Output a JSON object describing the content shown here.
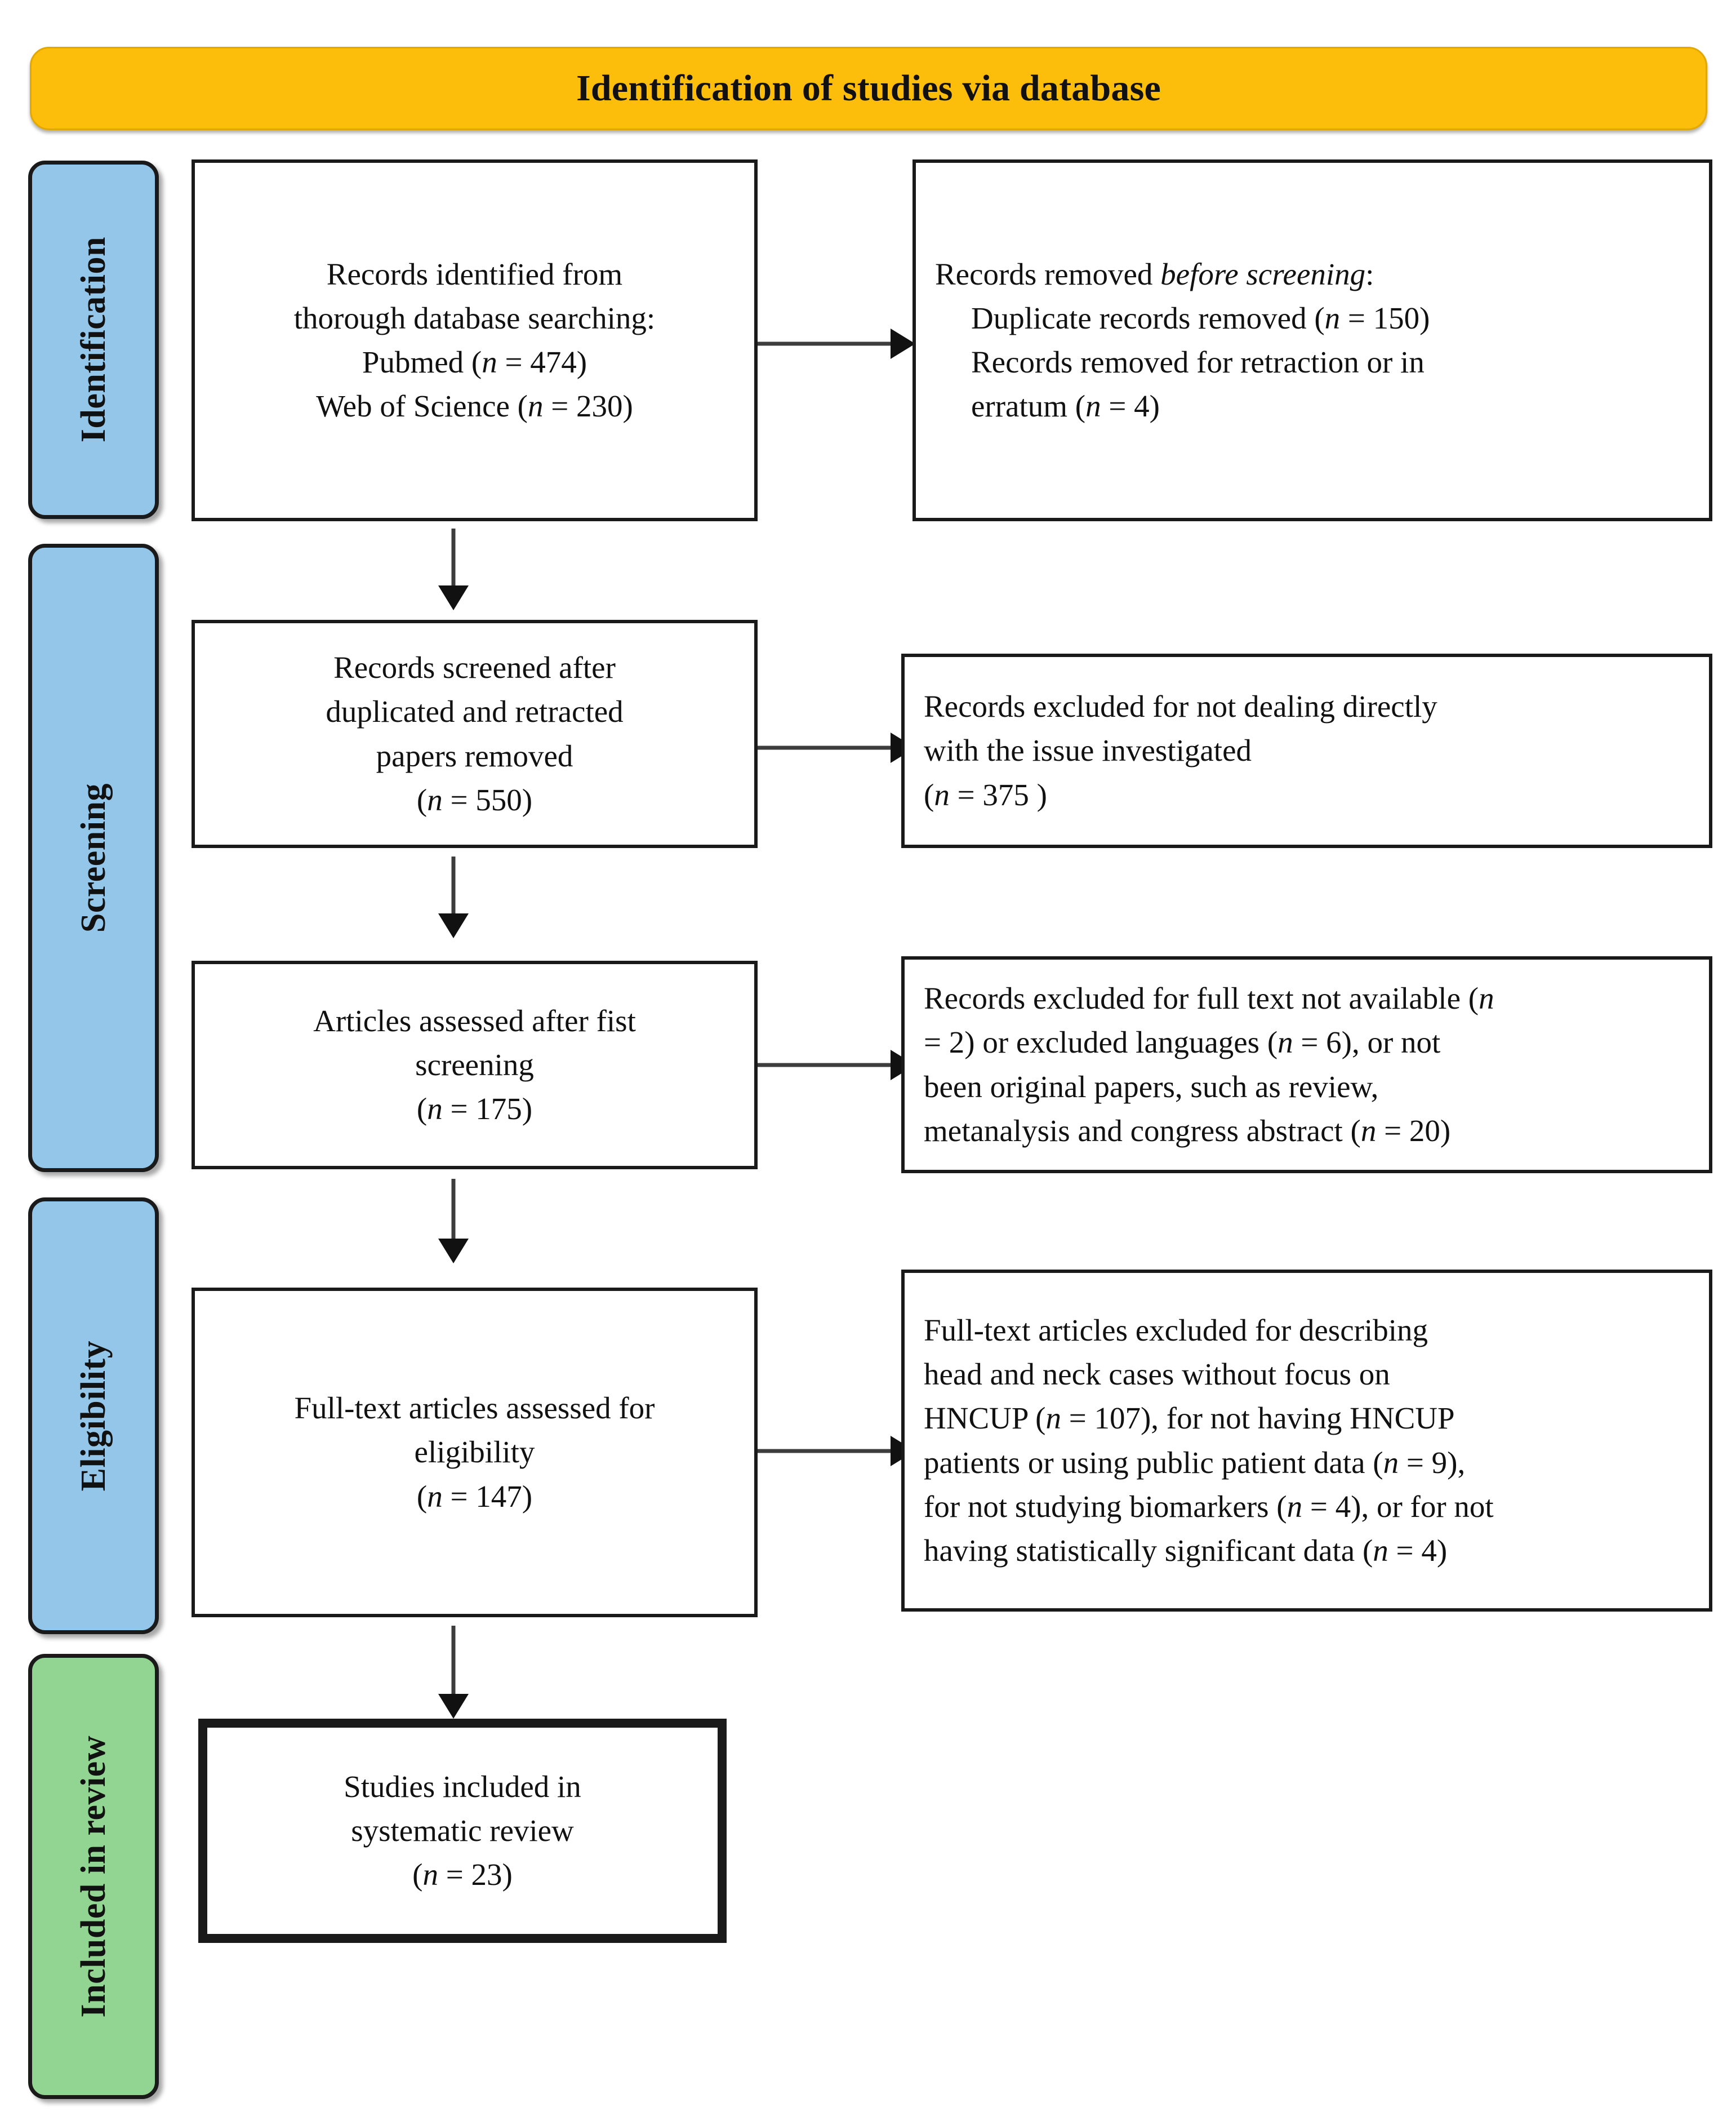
{
  "banner": {
    "title": "Identification of studies via database"
  },
  "stages": [
    {
      "name": "identification",
      "label": "Identification",
      "color": "#93C6E8"
    },
    {
      "name": "screening",
      "label": "Screening",
      "color": "#93C6E8"
    },
    {
      "name": "eligibility",
      "label": "Eligibility",
      "color": "#93C6E8"
    },
    {
      "name": "included",
      "label": "Included in review",
      "color": "#92D492"
    }
  ],
  "boxes": {
    "records_identified": {
      "line1": "Records identified from",
      "line2": "thorough database searching:",
      "line3_label": "Pubmed (",
      "line3_n": "n",
      "line3_value": " = 474)",
      "line4_label": "Web of Science (",
      "line4_n": "n",
      "line4_value": " = 230)"
    },
    "records_removed": {
      "line1": "Records removed ",
      "line1_em": "before screening",
      "line1_end": ":",
      "line2_label": "Duplicate records removed  (",
      "line2_n": "n",
      "line2_value": " = 150)",
      "line3": "Records removed for retraction or in",
      "line4_label": "erratum (",
      "line4_n": "n",
      "line4_value": " = 4)"
    },
    "records_screened": {
      "line1": "Records screened after",
      "line2": "duplicated and retracted",
      "line3": "papers removed",
      "line4_open": "(",
      "line4_n": "n",
      "line4_value": " = 550)"
    },
    "records_excluded_issue": {
      "line1": "Records excluded for not dealing directly",
      "line2": "with the issue investigated",
      "line3_open": "(",
      "line3_n": "n",
      "line3_value": " = 375 )"
    },
    "articles_assessed": {
      "line1": "Articles assessed after fist",
      "line2": "screening",
      "line3_open": "(",
      "line3_n": "n",
      "line3_value": " = 175)"
    },
    "records_excluded_fulltext": {
      "line1_a": "Records excluded for full text not available (",
      "line1_n": "n",
      "line2_a": " = 2) or excluded languages (",
      "line2_n": "n",
      "line2_b": " = 6), or not",
      "line3": "been original papers, such as review,",
      "line4_a": "metanalysis and congress abstract (",
      "line4_n": "n",
      "line4_b": " = 20)"
    },
    "fulltext_assessed": {
      "line1": "Full-text articles assessed for",
      "line2": "eligibility",
      "line3_open": "(",
      "line3_n": "n",
      "line3_value": " = 147)"
    },
    "fulltext_excluded": {
      "line1": "Full-text articles excluded for describing",
      "line2": "head and neck cases without focus on",
      "line3_a": "HNCUP (",
      "line3_n": "n",
      "line3_b": " = 107), for not having HNCUP",
      "line4_a": "patients or using public patient data (",
      "line4_n": "n",
      "line4_b": " = 9),",
      "line5_a": "for not studying biomarkers (",
      "line5_n": "n",
      "line5_b": " = 4), or for not",
      "line6_a": "having statistically significant data (",
      "line6_n": "n",
      "line6_b": " = 4)"
    },
    "studies_included": {
      "line1": "Studies included in",
      "line2": "systematic review",
      "line3_open": "(",
      "line3_n": "n",
      "line3_value": " = 23)"
    }
  },
  "counts": {
    "pubmed": 474,
    "web_of_science": 230,
    "duplicates_removed": 150,
    "retracted_removed": 4,
    "screened": 550,
    "excluded_not_dealing_with_issue": 375,
    "assessed_after_first_screening": 175,
    "excluded_full_text_unavailable": 2,
    "excluded_languages": 6,
    "excluded_not_original_papers": 20,
    "full_text_assessed": 147,
    "excluded_no_hncup_focus": 107,
    "excluded_no_hncup_patients": 9,
    "excluded_no_biomarkers": 4,
    "excluded_not_significant": 4,
    "included_in_review": 23
  },
  "colors": {
    "banner": "#FCBD0B",
    "stage_blue": "#93C6E8",
    "stage_green": "#92D492",
    "box_border": "#1a1a1a",
    "arrow": "#3d3d3d"
  }
}
